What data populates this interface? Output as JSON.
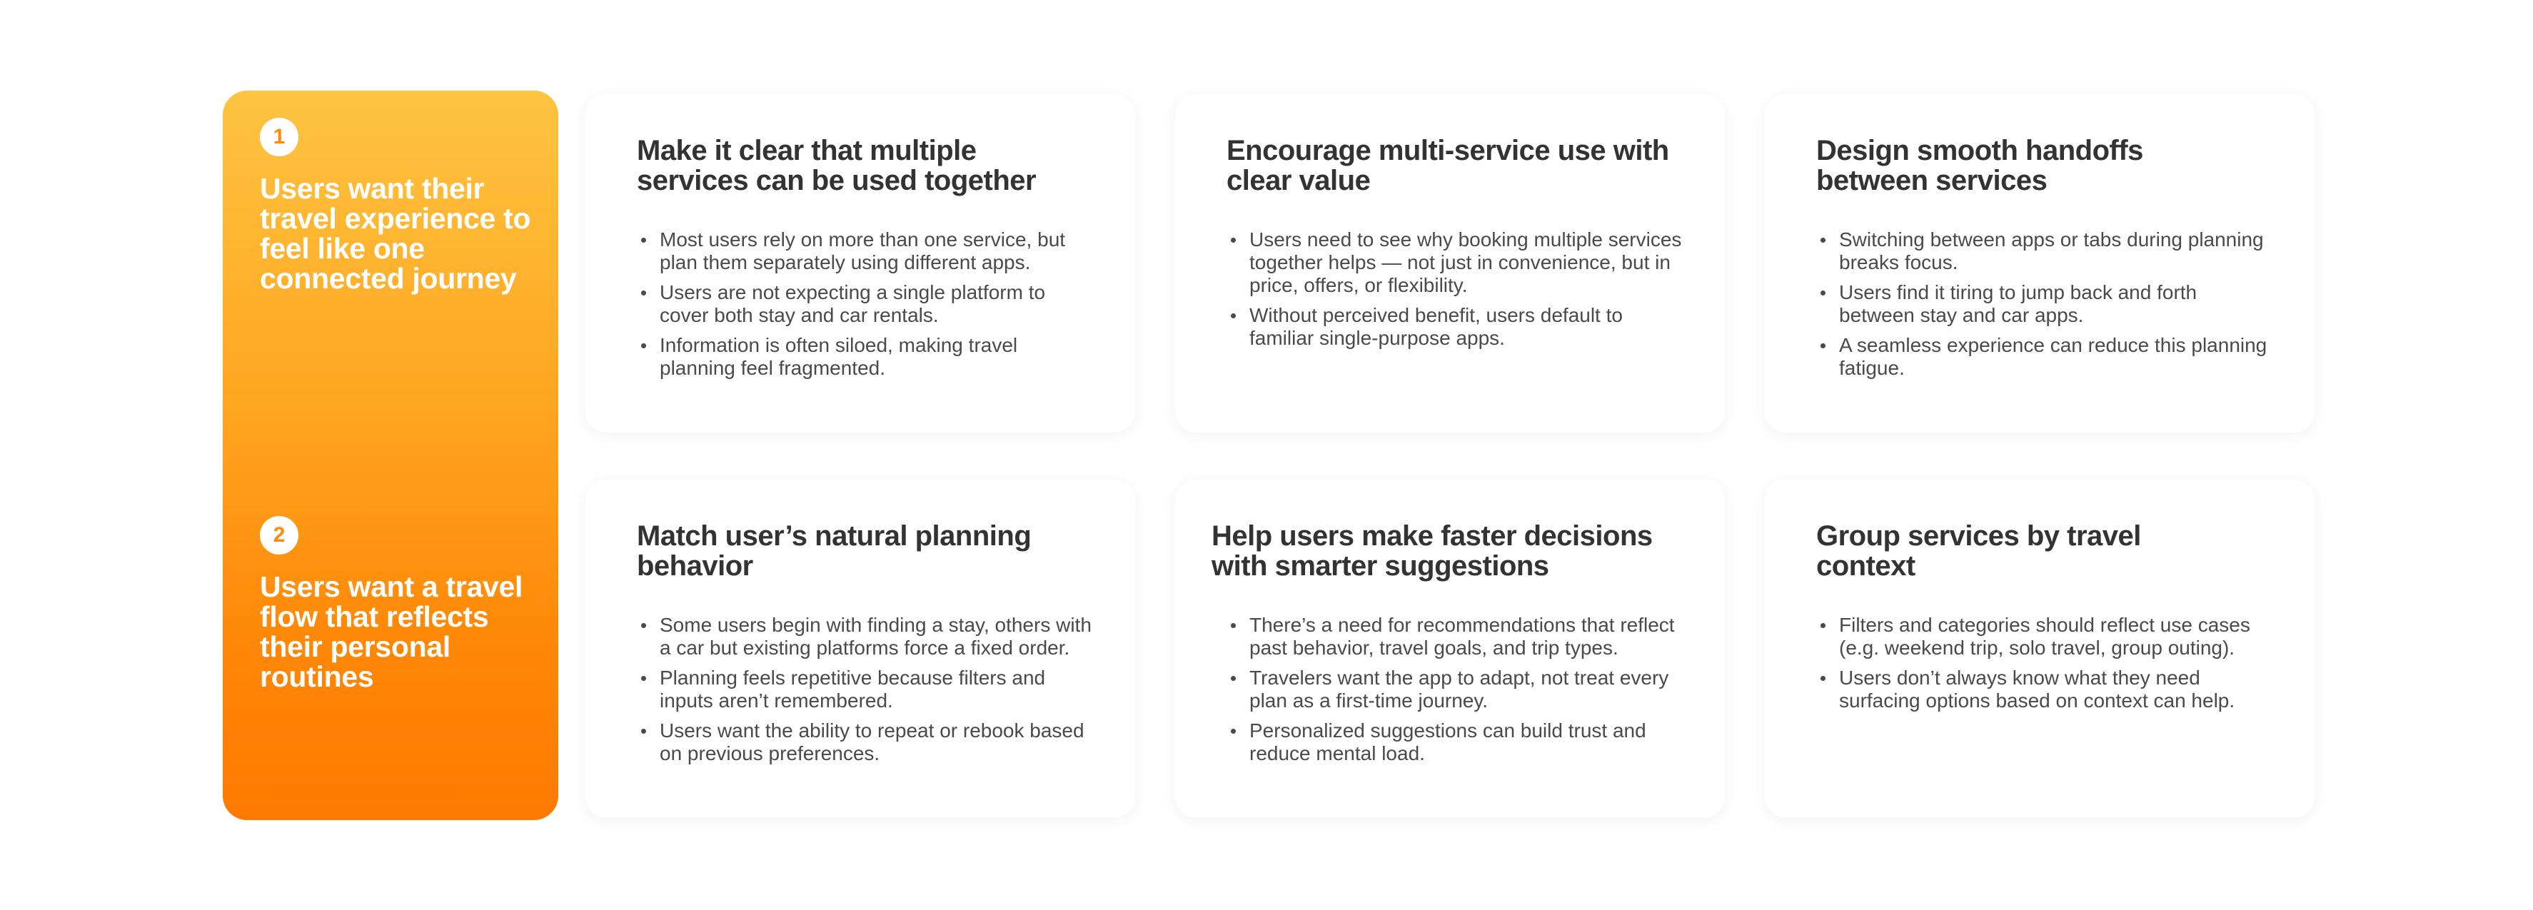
{
  "insights": [
    {
      "number": "1",
      "text": "Users want their travel experience to feel like one connected journey"
    },
    {
      "number": "2",
      "text": "Users want a travel flow that reflects their personal routines"
    }
  ],
  "cards": [
    {
      "title": "Make it clear that multiple services can be used together",
      "bullets": [
        "Most users rely on more than one service, but plan them separately using different apps.",
        "Users are not expecting a single platform to cover both stay and car rentals.",
        "Information is often siloed, making travel planning feel fragmented."
      ]
    },
    {
      "title": "Encourage multi-service use with clear value",
      "bullets": [
        "Users need to see why booking multiple services together helps — not just in convenience, but in price, offers, or flexibility.",
        "Without perceived benefit, users default to familiar single-purpose apps."
      ]
    },
    {
      "title": "Design smooth handoffs between services",
      "bullets": [
        "Switching between apps or tabs during planning breaks focus.",
        "Users find it tiring to jump back and forth between stay and car apps.",
        "A seamless experience can reduce this planning fatigue."
      ]
    },
    {
      "title": "Match user’s natural planning behavior",
      "bullets": [
        "Some users begin with finding a stay, others with a car but existing platforms force a fixed order.",
        "Planning feels repetitive because filters and inputs aren’t remembered.",
        "Users want the ability to repeat or rebook based on previous preferences."
      ]
    },
    {
      "title": "Help users make faster decisions with smarter suggestions",
      "bullets": [
        "There’s a need for recommendations that reflect past behavior, travel goals, and trip types.",
        "Travelers want the app to adapt, not treat every plan as a first-time journey.",
        "Personalized suggestions can build trust and reduce mental load."
      ]
    },
    {
      "title": "Group services by travel context",
      "bullets": [
        "Filters and categories should reflect use cases (e.g. weekend trip, solo travel, group outing).",
        "Users don’t always know what they need surfacing options based on context can help."
      ]
    }
  ]
}
